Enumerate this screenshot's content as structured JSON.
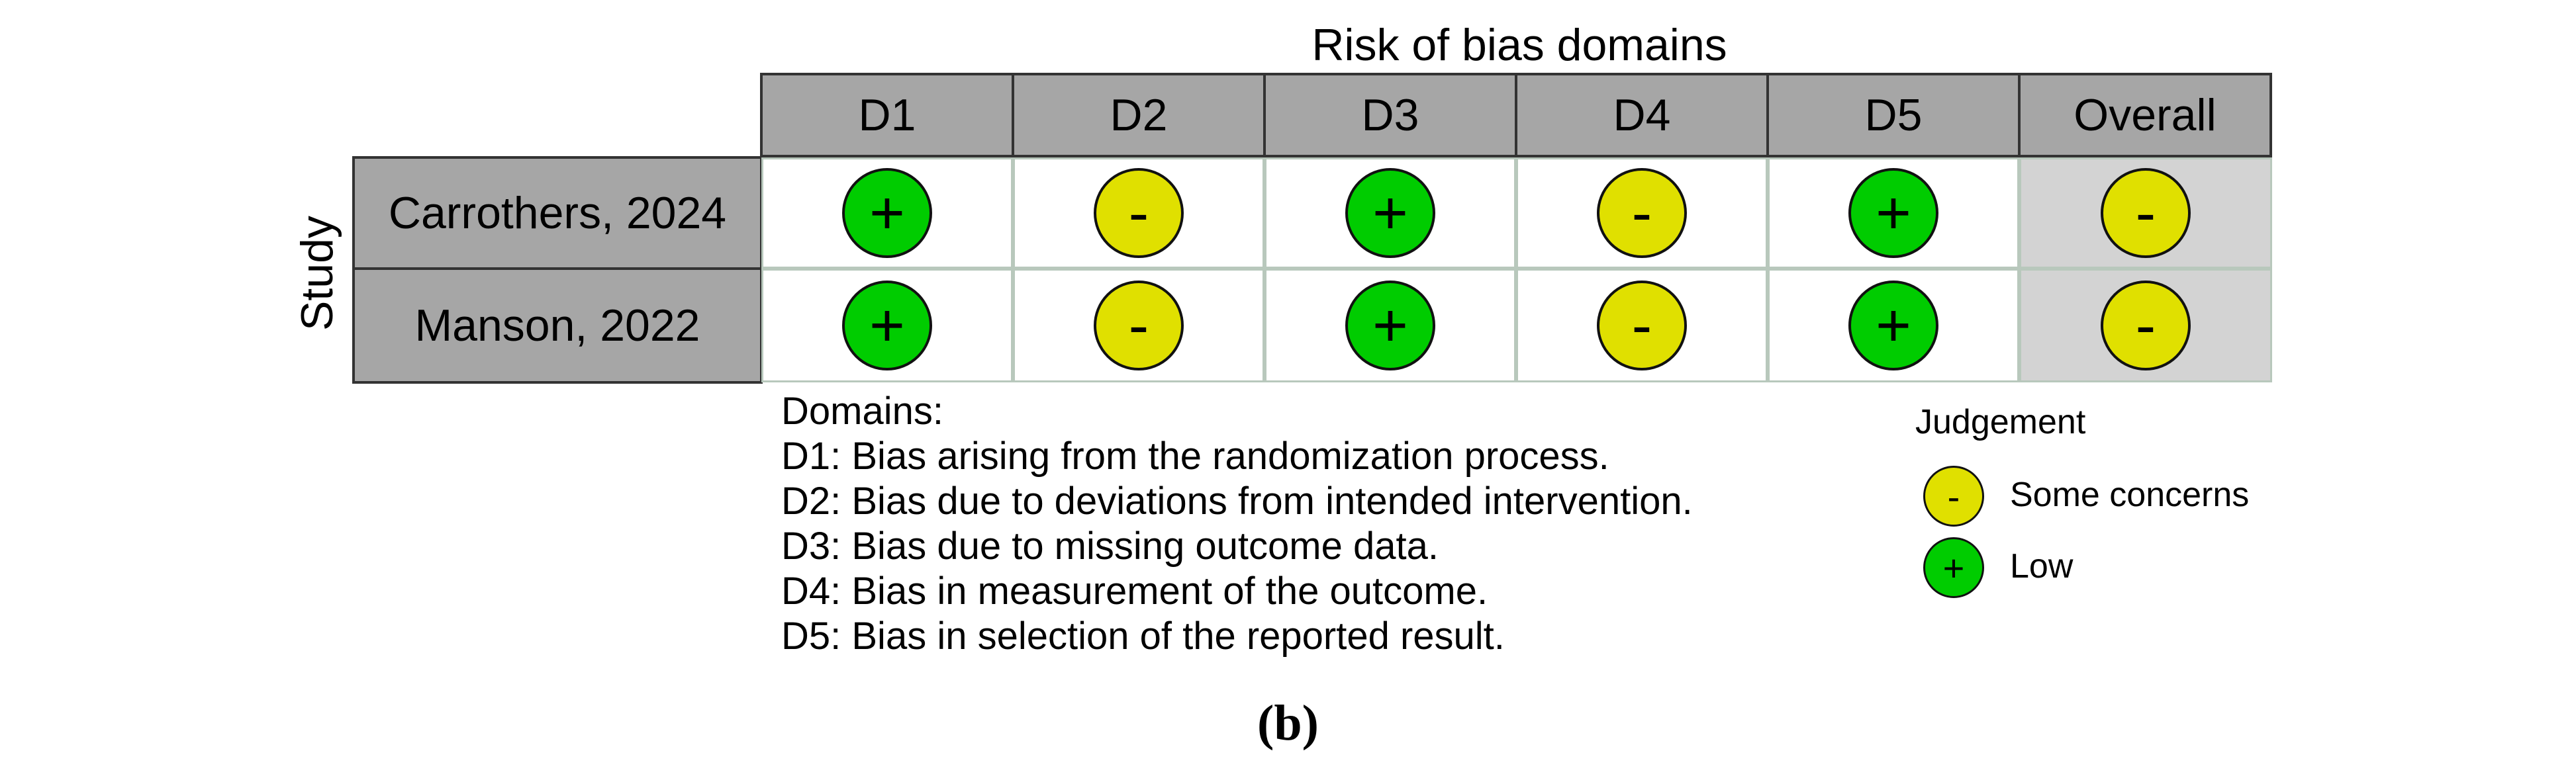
{
  "title": "Risk of bias domains",
  "study_axis_label": "Study",
  "columns": [
    "D1",
    "D2",
    "D3",
    "D4",
    "D5",
    "Overall"
  ],
  "studies": [
    {
      "name": "Carrothers, 2024",
      "judgements": [
        "+",
        "-",
        "+",
        "-",
        "+",
        "-"
      ]
    },
    {
      "name": "Manson, 2022",
      "judgements": [
        "+",
        "-",
        "+",
        "-",
        "+",
        "-"
      ]
    }
  ],
  "colors": {
    "low": "#00cc00",
    "some_concerns": "#e0e000",
    "header_bg": "#a6a6a6",
    "overall_bg": "#d3d3d3"
  },
  "domains": {
    "heading": "Domains:",
    "items": [
      "D1: Bias arising from the randomization process.",
      "D2: Bias due to deviations from intended intervention.",
      "D3: Bias due to missing outcome data.",
      "D4: Bias in measurement of the outcome.",
      "D5: Bias in selection of the reported result."
    ]
  },
  "legend": {
    "title": "Judgement",
    "items": [
      {
        "symbol": "-",
        "label": "Some concerns"
      },
      {
        "symbol": "+",
        "label": "Low"
      }
    ]
  },
  "caption": "(b)"
}
